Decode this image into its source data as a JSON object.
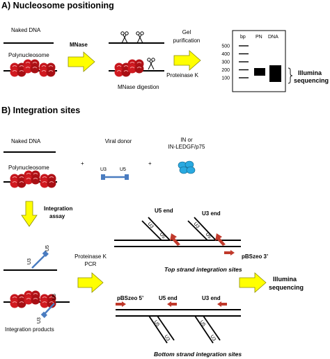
{
  "panel_a": {
    "title": "A) Nucleosome positioning",
    "naked_dna": "Naked DNA",
    "polynucleosome": "Polynucleosome",
    "mnase": "MNase",
    "mnase_digestion": "MNase digestion",
    "gel_purification_1": "Gel",
    "gel_purification_2": "purification",
    "proteinase_k": "Proteinase K",
    "gel": {
      "bp": "bp",
      "lane_pn": "PN",
      "lane_dna": "DNA",
      "ladder": [
        "500",
        "400",
        "300",
        "200",
        "100"
      ]
    },
    "illumina_1": "Illumina",
    "illumina_2": "sequencing"
  },
  "panel_b": {
    "title": "B) Integration sites",
    "naked_dna": "Naked DNA",
    "polynucleosome": "Polynucleosome",
    "viral_donor": "Viral donor",
    "in_label_1": "IN or",
    "in_label_2": "IN-LEDGF/p75",
    "plus": "+",
    "u3": "U3",
    "u5": "U5",
    "integration_assay_1": "Integration",
    "integration_assay_2": "assay",
    "proteinase_k": "Proteinase K",
    "pcr": "PCR",
    "integration_products": "Integration products",
    "u5_end": "U5 end",
    "u3_end": "U3 end",
    "primer_3": "pBSzeo 3’",
    "primer_5": "pBSzeo 5’",
    "top_strand": "Top strand integration sites",
    "bottom_strand": "Bottom strand integration sites",
    "illumina_1": "Illumina",
    "illumina_2": "sequencing"
  },
  "colors": {
    "nucleosome": "#c8161d",
    "arrow_fill": "#ffff00",
    "arrow_stroke": "#8a8a00",
    "donor": "#4a7cc0",
    "integrase": "#29a9e0",
    "primer": "#c0392b"
  }
}
